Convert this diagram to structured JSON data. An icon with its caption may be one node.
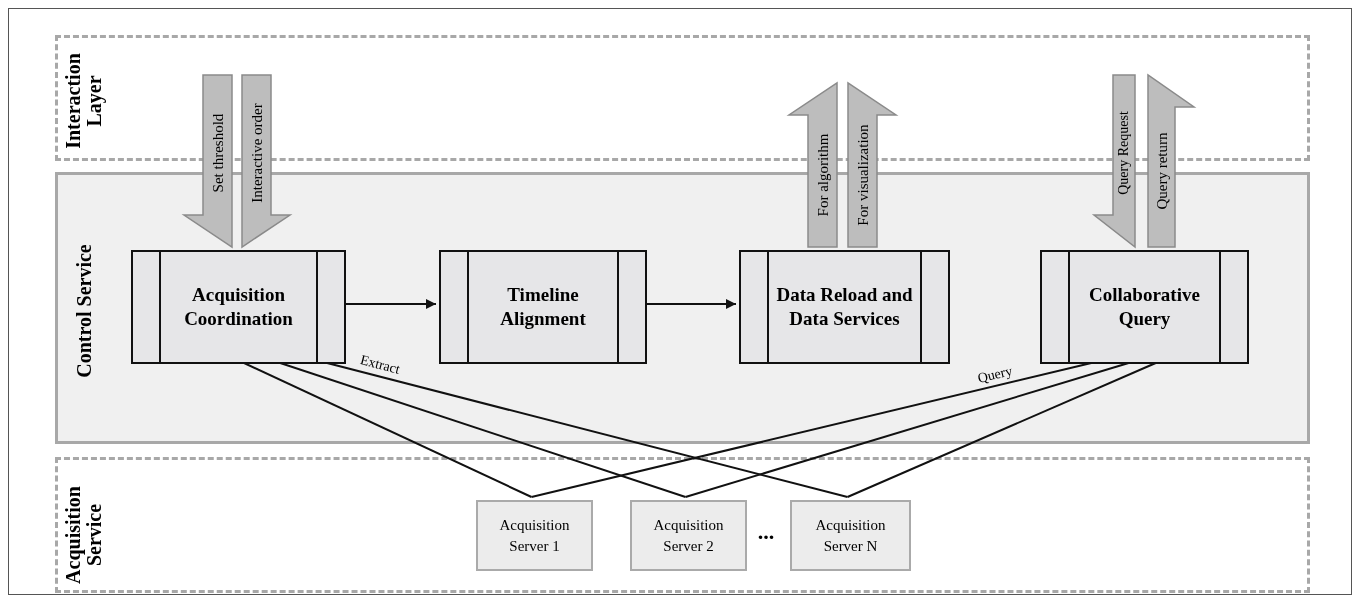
{
  "diagram": {
    "nodes": [
      {
        "text": [
          "Interaction Layer"
        ]
      },
      {
        "text": [
          "Control Service"
        ]
      },
      {
        "text": [
          "Acquisition Coordination"
        ],
        "in": 1
      },
      {
        "text": [
          "Timeline Alignment"
        ],
        "in": 1
      },
      {
        "text": [
          "Data Reload and Data Services"
        ],
        "in": 1
      },
      {
        "text": [
          "Collaborative Query"
        ],
        "in": 1
      },
      {
        "text": [
          "Acquisition Service"
        ]
      },
      {
        "text": [
          "Acquisition Server 1"
        ],
        "in": 6
      },
      {
        "text": [
          "Acquisition Server 2"
        ],
        "in": 6
      },
      {
        "text": [
          "Acquisition Server N"
        ],
        "in": 6
      }
    ],
    "edges": [
      {
        "from": null,
        "to": 2,
        "arrow": "to",
        "label": "Set threshold",
        "style": "thick",
        "color": "#bdbdbd"
      },
      {
        "from": null,
        "to": 2,
        "arrow": "to",
        "label": "Interactive order",
        "style": "thick",
        "color": "#bdbdbd"
      },
      {
        "from": 4,
        "to": null,
        "arrow": "to",
        "label": "For algorithm",
        "style": "thick",
        "color": "#bdbdbd"
      },
      {
        "from": 4,
        "to": null,
        "arrow": "to",
        "label": "For visualization",
        "style": "thick",
        "color": "#bdbdbd"
      },
      {
        "from": null,
        "to": 5,
        "arrow": "to",
        "label": "Query Request",
        "style": "thick",
        "color": "#bdbdbd"
      },
      {
        "from": 5,
        "to": null,
        "arrow": "to",
        "label": "Query return",
        "style": "thick",
        "color": "#bdbdbd"
      },
      {
        "from": 2,
        "to": 3,
        "arrow": "to"
      },
      {
        "from": 3,
        "to": 4,
        "arrow": "to"
      },
      {
        "from": 2,
        "to": 7,
        "arrow": "none"
      },
      {
        "from": 2,
        "to": 8,
        "arrow": "none"
      },
      {
        "from": 2,
        "to": 9,
        "arrow": "none",
        "label": "Extract"
      },
      {
        "from": 5,
        "to": 7,
        "arrow": "none",
        "label": "Query"
      },
      {
        "from": 5,
        "to": 8,
        "arrow": "none"
      },
      {
        "from": 5,
        "to": 9,
        "arrow": "none"
      }
    ],
    "labels": [
      "..."
    ]
  }
}
